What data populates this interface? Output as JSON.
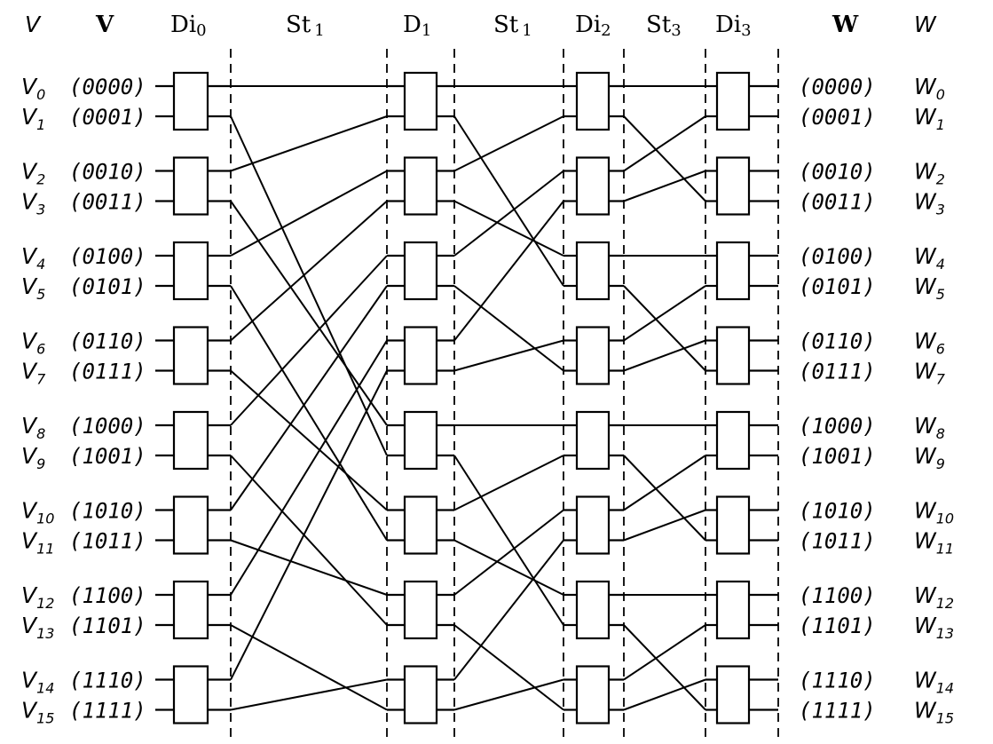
{
  "headers": {
    "v_left": "V",
    "v_bold": "V",
    "di0": "Di",
    "di0_sub": "0",
    "st1_a": "St",
    "st1_a_sub": "1",
    "d1": "D",
    "d1_sub": "1",
    "st1_b": "St",
    "st1_b_sub": "1",
    "di2": "Di",
    "di2_sub": "2",
    "st3": "St",
    "st3_sub": "3",
    "di3": "Di",
    "di3_sub": "3",
    "w_bold": "W",
    "w_right": "W"
  },
  "inputs": [
    {
      "name": "V",
      "sub": "0",
      "code": "(0000)"
    },
    {
      "name": "V",
      "sub": "1",
      "code": "(0001)"
    },
    {
      "name": "V",
      "sub": "2",
      "code": "(0010)"
    },
    {
      "name": "V",
      "sub": "3",
      "code": "(0011)"
    },
    {
      "name": "V",
      "sub": "4",
      "code": "(0100)"
    },
    {
      "name": "V",
      "sub": "5",
      "code": "(0101)"
    },
    {
      "name": "V",
      "sub": "6",
      "code": "(0110)"
    },
    {
      "name": "V",
      "sub": "7",
      "code": "(0111)"
    },
    {
      "name": "V",
      "sub": "8",
      "code": "(1000)"
    },
    {
      "name": "V",
      "sub": "9",
      "code": "(1001)"
    },
    {
      "name": "V",
      "sub": "10",
      "code": "(1010)"
    },
    {
      "name": "V",
      "sub": "11",
      "code": "(1011)"
    },
    {
      "name": "V",
      "sub": "12",
      "code": "(1100)"
    },
    {
      "name": "V",
      "sub": "13",
      "code": "(1101)"
    },
    {
      "name": "V",
      "sub": "14",
      "code": "(1110)"
    },
    {
      "name": "V",
      "sub": "15",
      "code": "(1111)"
    }
  ],
  "outputs": [
    {
      "name": "W",
      "sub": "0",
      "code": "(0000)"
    },
    {
      "name": "W",
      "sub": "1",
      "code": "(0001)"
    },
    {
      "name": "W",
      "sub": "2",
      "code": "(0010)"
    },
    {
      "name": "W",
      "sub": "3",
      "code": "(0011)"
    },
    {
      "name": "W",
      "sub": "4",
      "code": "(0100)"
    },
    {
      "name": "W",
      "sub": "5",
      "code": "(0101)"
    },
    {
      "name": "W",
      "sub": "6",
      "code": "(0110)"
    },
    {
      "name": "W",
      "sub": "7",
      "code": "(0111)"
    },
    {
      "name": "W",
      "sub": "8",
      "code": "(1000)"
    },
    {
      "name": "W",
      "sub": "9",
      "code": "(1001)"
    },
    {
      "name": "W",
      "sub": "10",
      "code": "(1010)"
    },
    {
      "name": "W",
      "sub": "11",
      "code": "(1011)"
    },
    {
      "name": "W",
      "sub": "12",
      "code": "(1100)"
    },
    {
      "name": "W",
      "sub": "13",
      "code": "(1101)"
    },
    {
      "name": "W",
      "sub": "14",
      "code": "(1110)"
    },
    {
      "name": "W",
      "sub": "15",
      "code": "(1111)"
    }
  ],
  "wiring": {
    "stage0_to_stage1": [
      0,
      9,
      1,
      8,
      2,
      11,
      3,
      10,
      4,
      13,
      5,
      12,
      6,
      15,
      7,
      14
    ],
    "stage1_to_stage2": [
      0,
      5,
      1,
      4,
      2,
      7,
      3,
      6,
      8,
      13,
      9,
      12,
      10,
      15,
      11,
      14
    ],
    "stage2_to_stage3": [
      0,
      3,
      1,
      2,
      4,
      7,
      5,
      6,
      8,
      11,
      9,
      10,
      12,
      15,
      13,
      14
    ]
  }
}
